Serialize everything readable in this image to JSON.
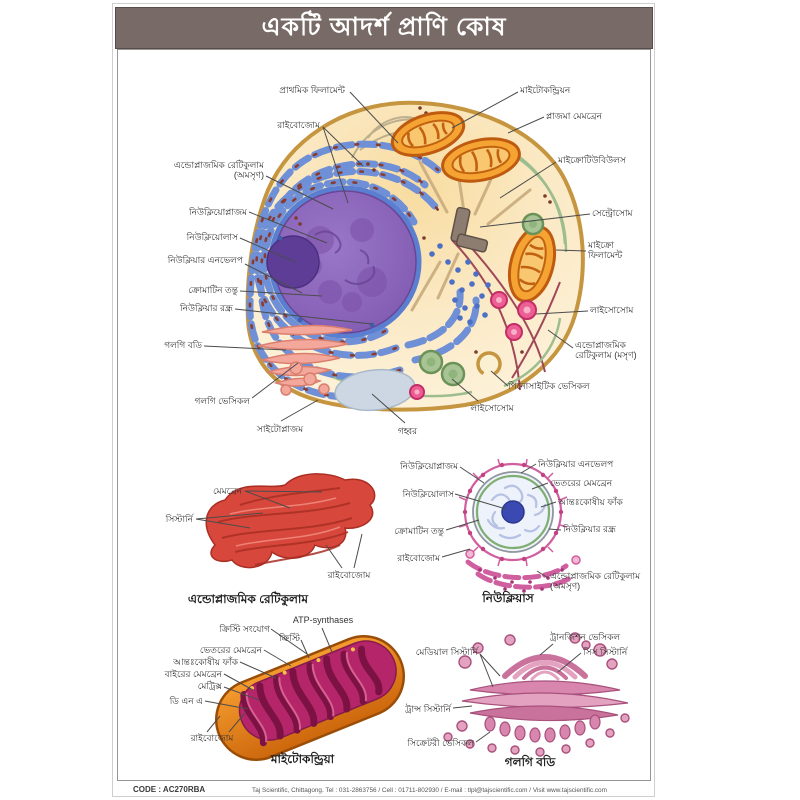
{
  "poster": {
    "title": "একটি আদর্শ প্রাণি কোষ",
    "code": "CODE : AC270RBA",
    "publisher": "Taj Scientific, Chittagong. Tel : 031-2863756 / Cell : 01711-802930 / E-mail : tlpl@tajscientific.com / Visit www.tajscientific.com"
  },
  "colors": {
    "header_bg": "#786b67",
    "cell_outline": "#c5953f",
    "cell_fill": "#fdf2d6",
    "nucleus_purple": "#8d68bd",
    "rough_er_blue": "#6f8fd6",
    "mitochondria_orange": "#f5a433",
    "golgi_salmon": "#f4a79b",
    "lysosome_green": "#a9c494",
    "lysosome_pink": "#ed5f93",
    "er_model_red": "#d8473c",
    "nucleus_model_pink": "#d05f9f",
    "mito_model_inner": "#b5256a",
    "golgi_model_pink": "#d886ad"
  },
  "cell": {
    "labels": {
      "filament": "প্রাথমিক ফিলামেন্ট",
      "ribosome": "রাইবোজোম",
      "er_rough": "এন্ডোপ্লাজমিক রেটিকুলাম (অমসৃণ)",
      "nucleoplasm": "নিউক্লিয়োপ্লাজম",
      "nucleolus": "নিউক্লিয়োলাস",
      "envelope": "নিউক্লিয়ার এনভেলপ",
      "chromatin": "ক্রোমাটিন তন্তু",
      "pore": "নিউক্লিয়ার রন্ধ্র",
      "golgi_body": "গলগি বডি",
      "golgi_vesicle": "গলগি ভেসিকল",
      "cytoplasm": "সাইটোপ্লাজম",
      "vacuole": "গহ্বর",
      "mitochondrion": "মাইটোকন্ড্রিয়ন",
      "plasma_membrane": "প্লাজমা মেমব্রেন",
      "microtubules": "মাইক্রোটিউবিউলস",
      "centrosome": "সেন্ট্রোসোম",
      "microfilament": "মাইক্রো ফিলামেন্ট",
      "lysosome": "লাইসোসোম",
      "er_smooth": "এন্ডোপ্লাজমিক রেটিকুলাম (মসৃণ)",
      "pinocytic": "পিনোসাইটিক ভেসিকল",
      "lysosome2": "লাইসোসোম"
    }
  },
  "er": {
    "caption": "এন্ডোপ্লাজমিক রেটিকুলাম",
    "labels": {
      "membrane": "মেমব্রেন",
      "cisterni": "সিস্টার্নি",
      "ribosome": "রাইবোজোম"
    }
  },
  "nucleus": {
    "caption": "নিউক্লিয়াস",
    "labels": {
      "nucleoplasm": "নিউক্লিয়োপ্লাজম",
      "nucleolus": "নিউক্লিয়োলাস",
      "chromatin": "ক্রোমাটিন তন্তু",
      "ribosome": "রাইবোজোম",
      "envelope": "নিউক্লিয়ার এনভেলপ",
      "inner_membrane": "ভেতরের মেমব্রেন",
      "gap": "আন্তঃকোষীয় ফাঁক",
      "pore": "নিউক্লিয়ার রন্ধ্র",
      "er_rough": "এন্ডোপ্লাজমিক রেটিকুলাম (অমসৃণ)"
    }
  },
  "mito": {
    "caption": "মাইটোকন্ড্রিয়া",
    "labels": {
      "cristae_junction": "ক্রিস্টি সংযোগ",
      "atp": "ATP-synthases",
      "cristae": "ক্রিস্টি",
      "inner_membrane": "ভেতরের মেমব্রেন",
      "gap": "আন্তঃকোষীয় ফাঁক",
      "outer_membrane": "বাইরের মেমব্রেন",
      "matrix": "মেট্রিক্স",
      "dna": "ডি এন এ",
      "ribosome": "রাইবোজোম"
    }
  },
  "golgi": {
    "caption": "গলগি বডি",
    "labels": {
      "transition": "ট্রানজিশন ভেসিকল",
      "medial": "মেডিয়াল সিস্টার্নি",
      "cis": "সিস সিস্টার্নি",
      "trans": "ট্রান্স সিস্টার্নি",
      "secretory": "সিক্রেটরী ভেসিকল"
    }
  }
}
